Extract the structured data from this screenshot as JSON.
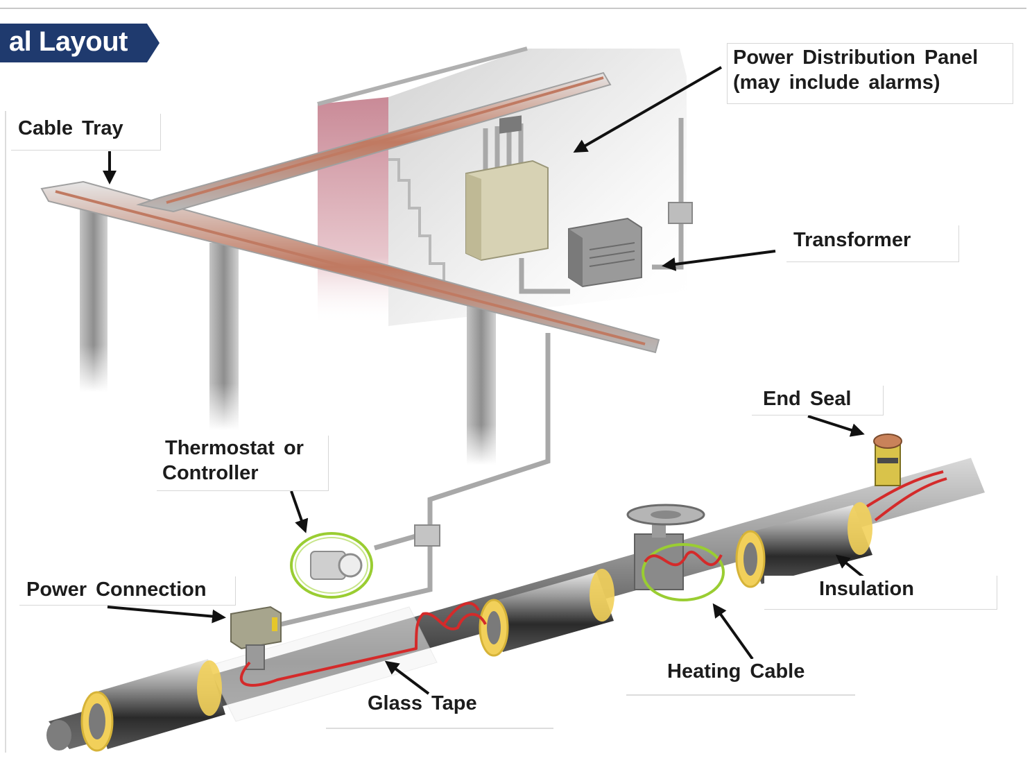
{
  "title": "al Layout",
  "labels": {
    "power_distribution_panel": "Power Distribution Panel",
    "power_distribution_panel_note": "(may include alarms)",
    "cable_tray": "Cable Tray",
    "transformer": "Transformer",
    "end_seal": "End Seal",
    "thermostat_line1": "Thermostat or",
    "thermostat_line2": "Controller",
    "power_connection": "Power Connection",
    "insulation": "Insulation",
    "heating_cable": "Heating Cable",
    "glass_tape": "Glass Tape"
  },
  "colors": {
    "banner": "#1f3a6e",
    "heating_cable": "#d42a2a",
    "insulation_face": "#f2d05a",
    "highlight_ring": "#9acd32",
    "cable_tray_copper": "#c07a62"
  }
}
